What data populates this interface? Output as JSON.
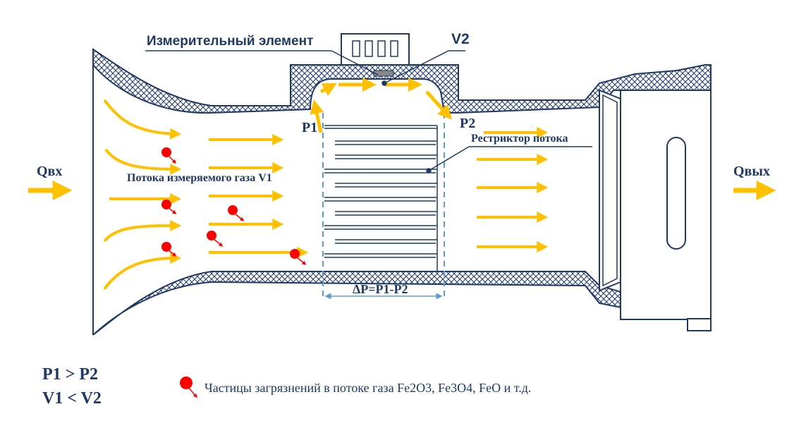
{
  "labels": {
    "measuring_element": "Измерительный элемент",
    "v2": "V2",
    "p1": "P1",
    "p2": "P2",
    "restrictor": "Рестриктор потока",
    "flow_measured": "Потока измеряемого газа V1",
    "q_in": "Qвх",
    "q_out": "Qвых",
    "delta_p": "ΔP=P1-P2"
  },
  "relations": {
    "pressure": "P1 > P2",
    "velocity": "V1 < V2"
  },
  "legend": {
    "particles": "Частицы загрязнений в потоке газа Fe2O3, Fe3O4, FeO и т.д."
  },
  "colors": {
    "flow_arrow": "#ffc000",
    "particle": "#ff0000",
    "outline": "#1f3864",
    "dimension_line": "#5b9bd5",
    "hatch": "#1f3864"
  },
  "icons": {
    "flow": "arrow-right-icon",
    "particle": "red-particle-icon",
    "sensor": "sensor-chip-icon"
  }
}
